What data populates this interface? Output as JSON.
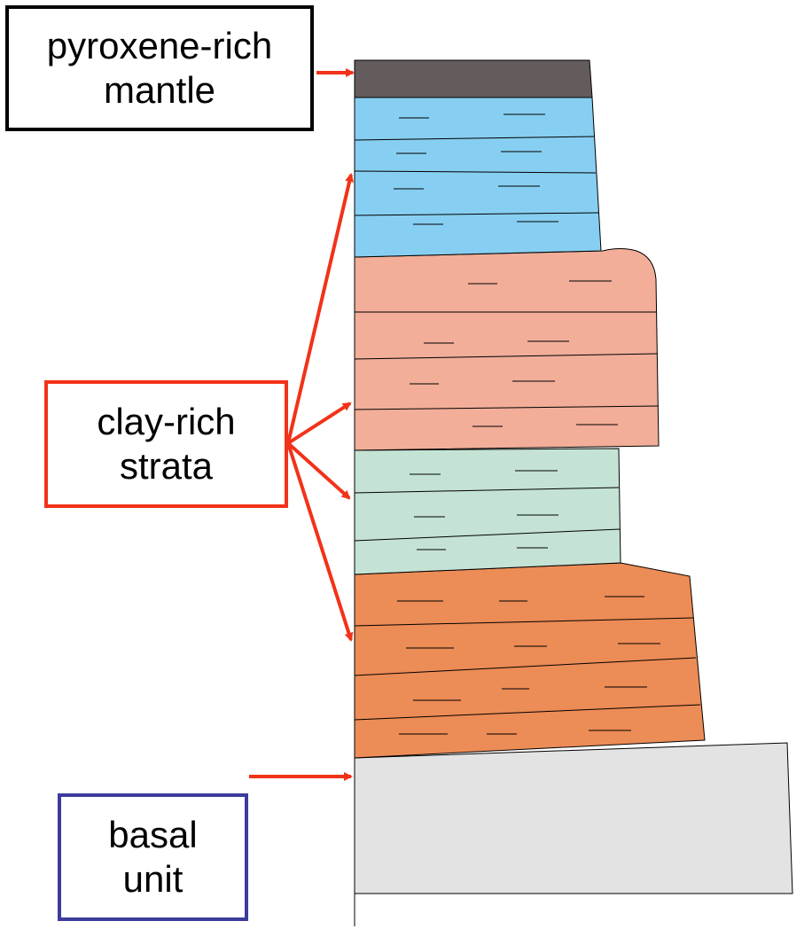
{
  "labels": {
    "mantle": {
      "line1": "pyroxene-rich",
      "line2": "mantle"
    },
    "clay": {
      "line1": "clay-rich",
      "line2": "strata"
    },
    "basal": {
      "line1": "basal",
      "line2": "unit"
    }
  },
  "colors": {
    "mantle_layer": "#645c5c",
    "blue_strata": "#87cff2",
    "pink_strata": "#f2ae99",
    "green_strata": "#c4e3d4",
    "orange_strata": "#ec8c56",
    "basal_layer": "#e3e3e3",
    "arrow": "#f23219",
    "mantle_box_border": "#000000",
    "clay_box_border": "#f23219",
    "basal_box_border": "#3c3c9c"
  }
}
